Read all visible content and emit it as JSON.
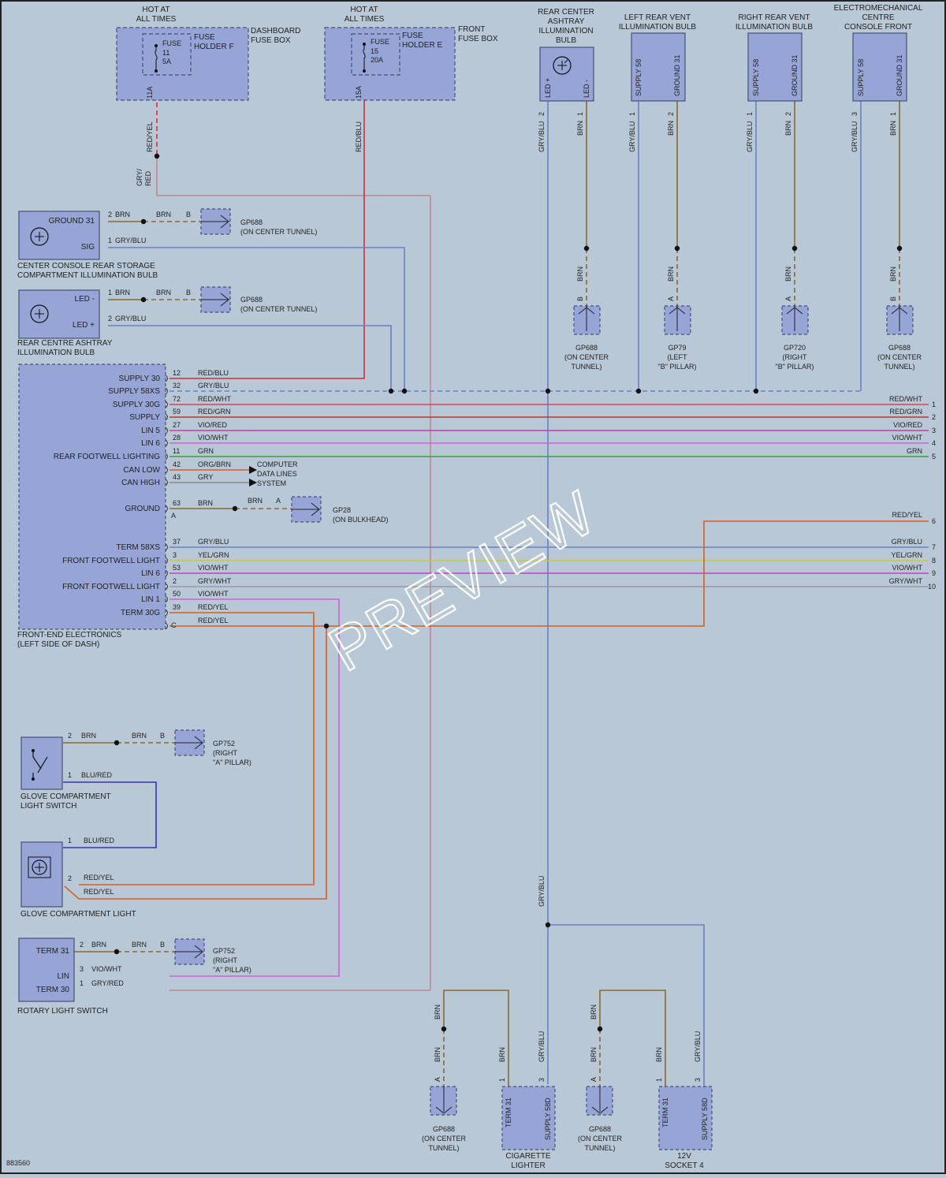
{
  "colors": {
    "background": "#b9c8d6",
    "component": "#96a4d6",
    "red": "#c8333c",
    "gryblu": "#6d7fc6",
    "brn": "#8b6a2d",
    "vio": "#c040c8",
    "grn": "#3aa33a",
    "orange": "#d8601e",
    "yelgrn": "#c8cc30",
    "blured": "#3b2fae",
    "gry": "#8a8a8a",
    "gryred": "#c08a90"
  },
  "fuses": [
    {
      "hot": [
        "HOT AT",
        "ALL TIMES"
      ],
      "box": [
        "DASHBOARD",
        "FUSE BOX"
      ],
      "holder": [
        "FUSE",
        "HOLDER F"
      ],
      "fuse": [
        "FUSE",
        "11",
        "5A"
      ],
      "pin": "11A",
      "wire": "RED/YEL",
      "wire2": [
        "GRY/",
        "RED"
      ]
    },
    {
      "hot": [
        "HOT AT",
        "ALL TIMES"
      ],
      "box": [
        "FRONT",
        "FUSE BOX"
      ],
      "holder": [
        "FUSE",
        "HOLDER E"
      ],
      "fuse": [
        "FUSE",
        "15",
        "20A"
      ],
      "pin": "15A",
      "wire": "RED/BLU"
    }
  ],
  "topComponents": [
    {
      "title": [
        "REAR CENTER",
        "ASHTRAY",
        "ILLUMINATION",
        "BULB"
      ],
      "pins": [
        "LED +",
        "LED -"
      ],
      "nums": [
        "2",
        "1"
      ],
      "wires": [
        "GRY/BLU",
        "BRN"
      ]
    },
    {
      "title": [
        "LEFT REAR VENT",
        "ILLUMINATION BULB"
      ],
      "pins": [
        "SUPPLY 58",
        "GROUND 31"
      ],
      "nums": [
        "1",
        "2"
      ],
      "wires": [
        "GRY/BLU",
        "BRN"
      ]
    },
    {
      "title": [
        "RIGHT REAR VENT",
        "ILLUMINATION BULB"
      ],
      "pins": [
        "SUPPLY 58",
        "GROUND 31"
      ],
      "nums": [
        "1",
        "2"
      ],
      "wires": [
        "GRY/BLU",
        "BRN"
      ]
    },
    {
      "title": [
        "ELECTROMECHANICAL",
        "CENTRE",
        "CONSOLE FRONT"
      ],
      "pins": [
        "SUPPLY 58",
        "GROUND 31"
      ],
      "nums": [
        "3",
        "1"
      ],
      "wires": [
        "GRY/BLU",
        "BRN"
      ]
    }
  ],
  "topGrounds": [
    {
      "wire": "BRN",
      "pin": "B",
      "label": [
        "GP688",
        "(ON CENTER",
        "TUNNEL)"
      ]
    },
    {
      "wire": "BRN",
      "pin": "A",
      "label": [
        "GP79",
        "(LEFT",
        "\"B\" PILLAR)"
      ]
    },
    {
      "wire": "BRN",
      "pin": "A",
      "label": [
        "GP720",
        "(RIGHT",
        "\"B\" PILLAR)"
      ]
    },
    {
      "wire": "BRN",
      "pin": "B",
      "label": [
        "GP688",
        "(ON CENTER",
        "TUNNEL)"
      ]
    }
  ],
  "leftComponents": [
    {
      "name": [
        "CENTER CONSOLE REAR STORAGE",
        "COMPARTMENT ILLUMINATION BULB"
      ],
      "pin1": "GROUND 31",
      "pin2": "SIG",
      "n1": "2",
      "w1": "BRN",
      "w1b": "BRN",
      "pinB": "B",
      "gp": "GP688",
      "gpLoc": "(ON CENTER TUNNEL)",
      "n2": "1",
      "w2": "GRY/BLU"
    },
    {
      "name": [
        "REAR CENTRE ASHTRAY",
        "ILLUMINATION BULB"
      ],
      "pin1": "LED -",
      "pin2": "LED +",
      "n1": "1",
      "w1": "BRN",
      "w1b": "BRN",
      "pinB": "B",
      "gp": "GP688",
      "gpLoc": "(ON CENTER TUNNEL)",
      "n2": "2",
      "w2": "GRY/BLU"
    }
  ],
  "fee": {
    "name": [
      "FRONT-END ELECTRONICS",
      "(LEFT SIDE OF DASH)"
    ],
    "rows": [
      {
        "pin": "SUPPLY 30",
        "num": "12",
        "wire": "RED/BLU"
      },
      {
        "pin": "SUPPLY 58XS",
        "num": "32",
        "wire": "GRY/BLU"
      },
      {
        "pin": "SUPPLY 30G",
        "num": "72",
        "wire": "RED/WHT",
        "rwire": "RED/WHT",
        "ref": "1"
      },
      {
        "pin": "SUPPLY",
        "num": "59",
        "wire": "RED/GRN",
        "rwire": "RED/GRN",
        "ref": "2"
      },
      {
        "pin": "LIN 5",
        "num": "27",
        "wire": "VIO/RED",
        "rwire": "VIO/RED",
        "ref": "3"
      },
      {
        "pin": "LIN 6",
        "num": "28",
        "wire": "VIO/WHT",
        "rwire": "VIO/WHT",
        "ref": "4"
      },
      {
        "pin": "REAR FOOTWELL LIGHTING",
        "num": "11",
        "wire": "GRN",
        "rwire": "GRN",
        "ref": "5"
      },
      {
        "pin": "CAN LOW",
        "num": "42",
        "wire": "ORG/BRN"
      },
      {
        "pin": "CAN HIGH",
        "num": "43",
        "wire": "GRY"
      },
      {
        "pin": "GROUND",
        "num": "63",
        "wire": "BRN"
      },
      {
        "pin": "TERM 58XS",
        "num": "37",
        "wire": "GRY/BLU",
        "rwire": "GRY/BLU",
        "ref": "7"
      },
      {
        "pin": "FRONT FOOTWELL LIGHT",
        "num": "3",
        "wire": "YEL/GRN",
        "rwire": "YEL/GRN",
        "ref": "8"
      },
      {
        "pin": "LIN 6",
        "num": "53",
        "wire": "VIO/WHT",
        "rwire": "VIO/WHT",
        "ref": "9"
      },
      {
        "pin": "FRONT FOOTWELL LIGHT",
        "num": "2",
        "wire": "GRY/WHT",
        "rwire": "GRY/WHT",
        "ref": "10"
      },
      {
        "pin": "LIN 1",
        "num": "50",
        "wire": "VIO/WHT"
      },
      {
        "pin": "TERM 30G",
        "num": "39",
        "wire": "RED/YEL"
      },
      {
        "num": "",
        "wire": "RED/YEL"
      }
    ],
    "groundExtra": {
      "wire": "BRN",
      "pinB": "A",
      "gp": "GP28",
      "gpLoc": "(ON BULKHEAD)",
      "connA": "A"
    },
    "connC": "C",
    "redyelRight": {
      "wire": "RED/YEL",
      "ref": "6"
    },
    "cdl": [
      "COMPUTER",
      "DATA LINES",
      "SYSTEM"
    ]
  },
  "glove": {
    "switch": {
      "name": [
        "GLOVE COMPARTMENT",
        "LIGHT SWITCH"
      ],
      "n1": "2",
      "w1": "BRN",
      "w1b": "BRN",
      "pinB": "B",
      "gp": "GP752",
      "gpLoc": [
        "(RIGHT",
        "\"A\" PILLAR)"
      ],
      "n2": "1",
      "w2": "BLU/RED"
    },
    "light": {
      "name": "GLOVE COMPARTMENT LIGHT",
      "n1": "1",
      "w1": "BLU/RED",
      "n2": "2",
      "w2": "RED/YEL",
      "w2b": "RED/YEL"
    }
  },
  "rotary": {
    "name": "ROTARY LIGHT SWITCH",
    "pins": [
      "TERM 31",
      "LIN",
      "TERM 30"
    ],
    "n1": "2",
    "w1": "BRN",
    "w1b": "BRN",
    "pinB": "B",
    "gp": "GP752",
    "gpLoc": [
      "(RIGHT",
      "\"A\" PILLAR)"
    ],
    "n3": "3",
    "w3": "VIO/WHT",
    "n4": "1",
    "w4": "GRY/RED"
  },
  "bottomCenter": {
    "wire": "GRY/BLU"
  },
  "bottom": [
    {
      "name": [
        "CIGARETTE",
        "LIGHTER"
      ],
      "pins": [
        "TERM 31",
        "SUPPLY 58D"
      ],
      "nums": [
        "1",
        "3"
      ],
      "wires": [
        "BRN",
        "GRY/BLU"
      ],
      "gw": "BRN",
      "gw2": "BRN",
      "gpin": "A",
      "gp": [
        "GP688",
        "(ON CENTER",
        "TUNNEL)"
      ]
    },
    {
      "name": [
        "12V",
        "SOCKET 4"
      ],
      "pins": [
        "TERM 31",
        "SUPPLY 58D"
      ],
      "nums": [
        "1",
        "3"
      ],
      "wires": [
        "BRN",
        "GRY/BLU"
      ],
      "gw": "BRN",
      "gw2": "BRN",
      "gpin": "A",
      "gp": [
        "GP688",
        "(ON CENTER",
        "TUNNEL)"
      ]
    }
  ],
  "watermark": "PREVIEW",
  "code": "883560"
}
